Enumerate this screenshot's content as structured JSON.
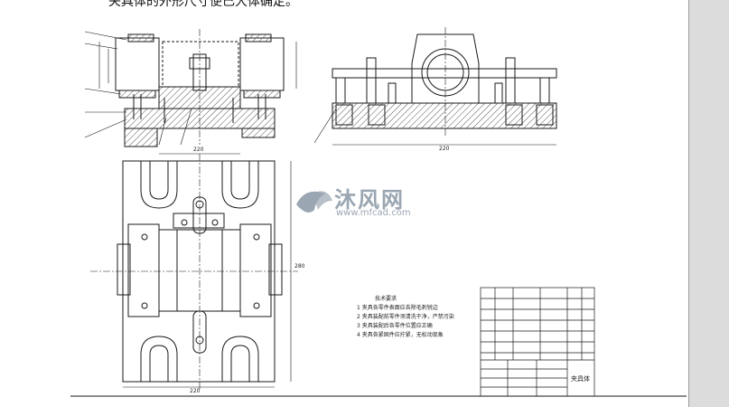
{
  "page": {
    "top_text": "夹具体的外形尺寸便已大体确定。"
  },
  "watermark": {
    "brand": "沐风网",
    "url": "www.mfcad.com"
  },
  "notes": {
    "title": "技术要求",
    "items": [
      "1 夹具各零件表面应去除毛刺锐边",
      "2 夹具装配前零件须清洗干净，严禁污染",
      "3 夹具装配后各零件位置应正确",
      "4 夹具各紧固件应拧紧，无松动现象"
    ]
  },
  "title_block": {
    "name": "夹具体"
  },
  "dimensions": {
    "front_width": "220",
    "plan_height": "280",
    "plan_top": "220",
    "plan_bottom": "220",
    "side_width": "220"
  },
  "colors": {
    "line": "#1a1a1a",
    "hatch": "#555555",
    "watermark": "#9aa6b2",
    "scrollbar": "#dcdcdc"
  }
}
